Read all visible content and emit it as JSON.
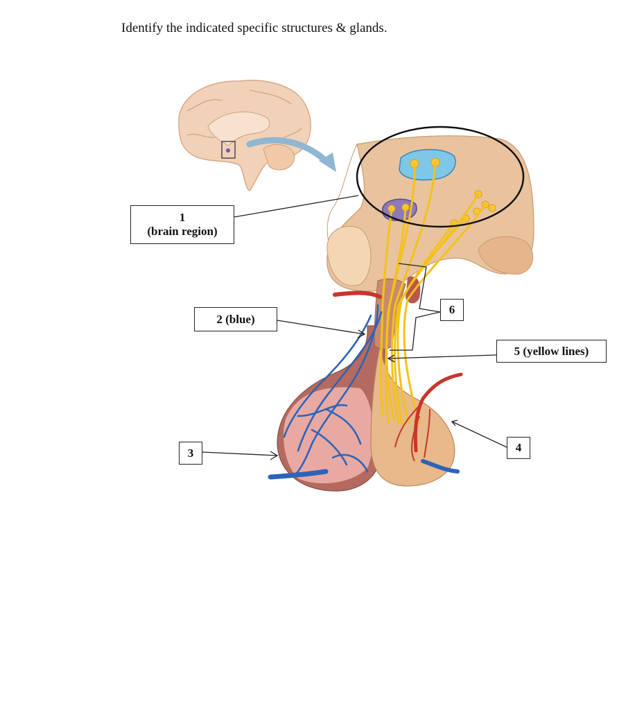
{
  "instruction": "Identify the indicated specific structures & glands.",
  "labels": {
    "l1_num": "1",
    "l1_text": "(brain region)",
    "l2": "2 (blue)",
    "l3": "3",
    "l4": "4",
    "l5": "5 (yellow lines)",
    "l6": "6"
  },
  "colors": {
    "brain": "#f1d2b8",
    "tissue": "#e9c39d",
    "anterior_lobe": "#b46a5f",
    "posterior_lobe": "#e8b98a",
    "vein_blue": "#2e63b8",
    "artery_red": "#c8352b",
    "axon_yellow": "#f3c21b",
    "nucleus_blue": "#7fc7e6",
    "nucleus_purple": "#8e7ab8"
  }
}
